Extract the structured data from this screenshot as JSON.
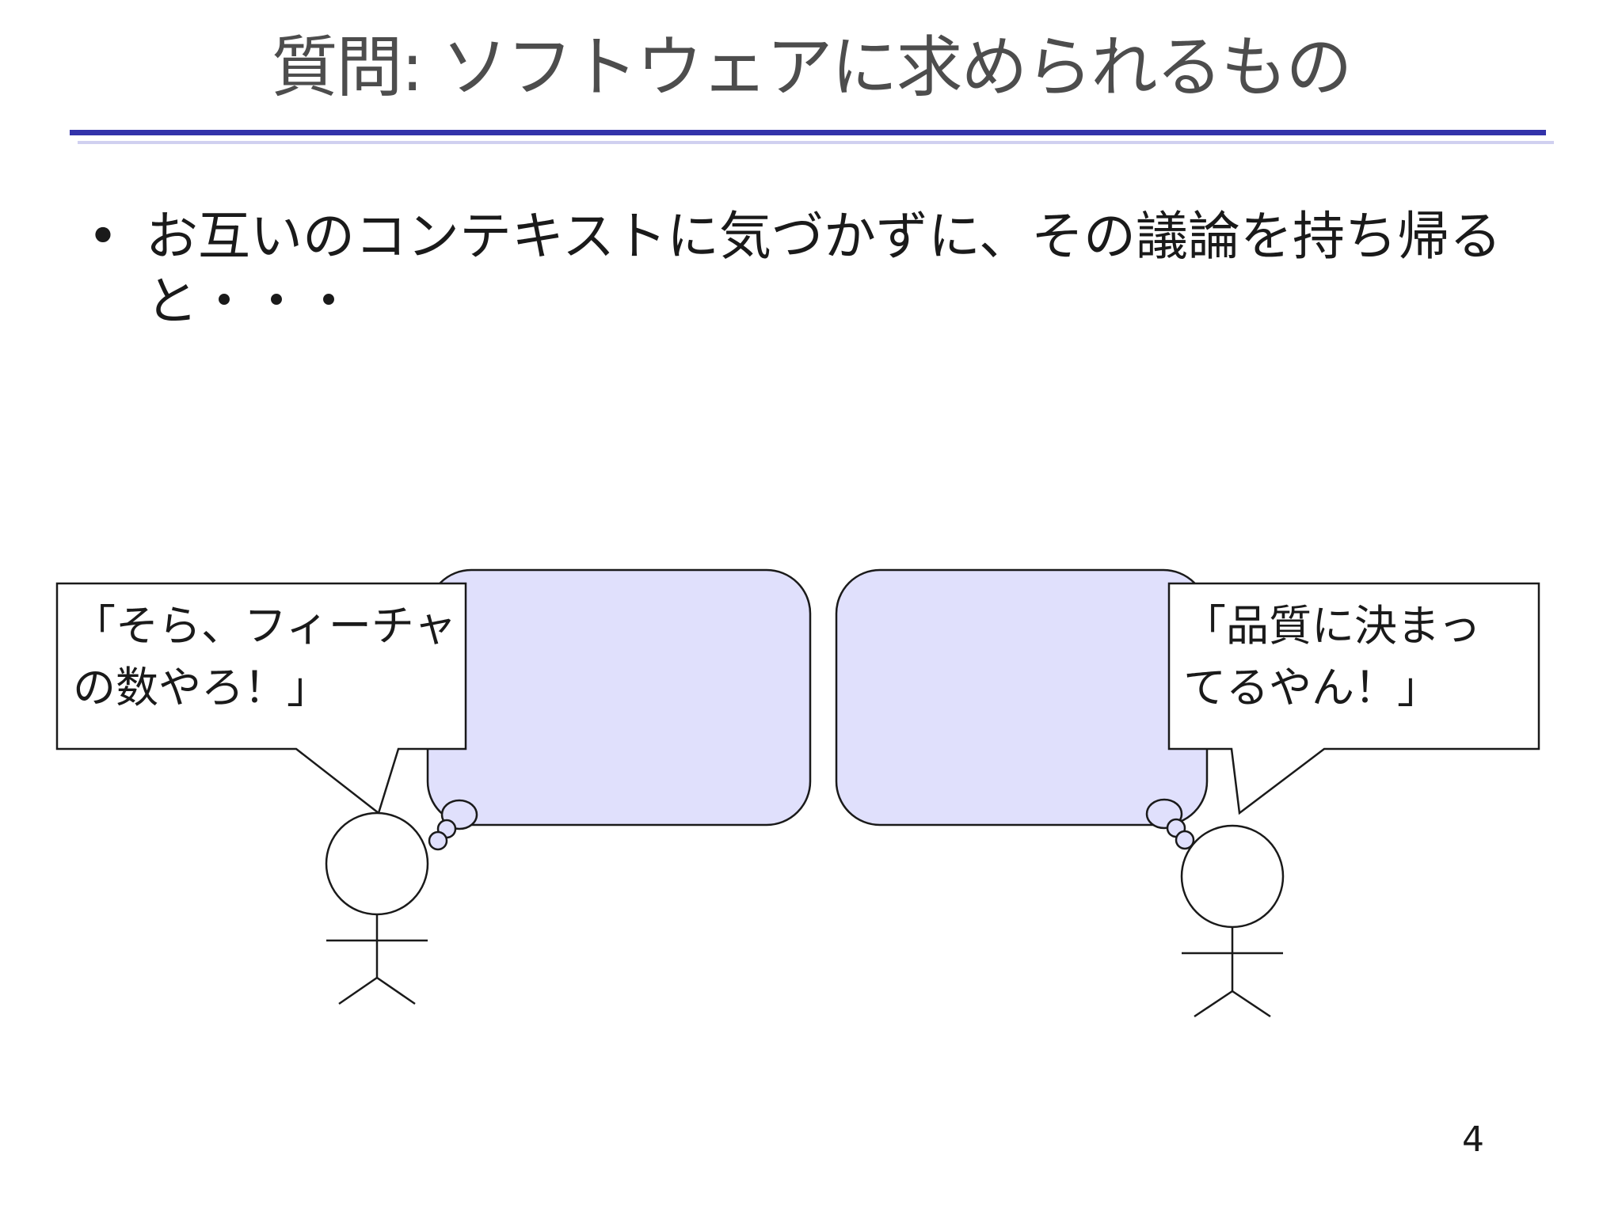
{
  "slide": {
    "title": "質問: ソフトウェアに求められるもの",
    "bullet_symbol": "•",
    "bullet_text": "お互いのコンテキストに気づかずに、その議論を持ち帰ると・・・",
    "left_callout": "「そら、フィーチャ\nの数やろ！」",
    "right_callout": "「品質に決まっ\nてるやん！」",
    "page_number": "4"
  },
  "colors": {
    "title_text": "#4d4d4d",
    "rule_main": "#3333aa",
    "rule_sub": "#d0d0f0",
    "thought_fill": "#e0e0fc",
    "line": "#1a1a1a"
  },
  "icons": {
    "left_person": "stick-figure-icon",
    "right_person": "stick-figure-icon"
  }
}
